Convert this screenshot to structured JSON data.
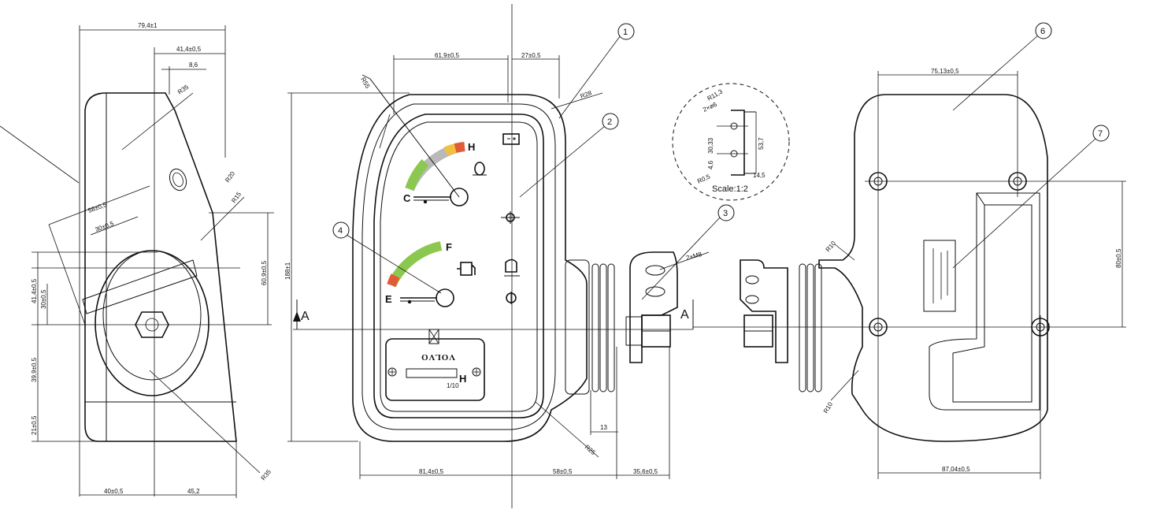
{
  "left_view": {
    "dims": {
      "width_total": "79,4±1",
      "width_right": "41,4±0,5",
      "offset": "8,6",
      "diag_58": "58±0,5",
      "diag_30": "30±0,5",
      "h_41": "41,4±0,5",
      "h_30": "30±0,5",
      "h_39": "39,9±0,5",
      "h_21": "21±0,5",
      "h_60": "60,9±0,5",
      "bottom_40": "40±0,5",
      "bottom_45": "45,2"
    },
    "radii": {
      "r35_top": "R35",
      "r20": "R20",
      "r15": "R15",
      "r35_bottom": "R35"
    }
  },
  "front_view": {
    "dims": {
      "top_61": "61,9±0,5",
      "top_27": "27±0,5",
      "height_188": "188±1",
      "bottom_81": "81,4±0,5",
      "bottom_58": "58±0,5",
      "bottom_35": "35,6±0,5",
      "d13": "13",
      "bolt": "2×M8"
    },
    "radii": {
      "r55": "R55",
      "r28": "R28",
      "r25": "R25"
    },
    "gauges": {
      "temp_hot": "H",
      "temp_cold": "C",
      "fuel_full": "F",
      "fuel_empty": "E",
      "hour_h": "H",
      "hour_frac": "1/10"
    },
    "brand": "VOLVO",
    "section_a": "A"
  },
  "detail": {
    "r11": "R11,3",
    "holes": "2×ø6",
    "d30": "30,33",
    "d53": "53,7",
    "d6": "4,6",
    "r0": "R0,5",
    "d14": "14,5",
    "scale": "Scale:1:2"
  },
  "right_view": {
    "dims": {
      "top_75": "75,13±0,5",
      "side_80": "80±0,5",
      "bottom_87": "87,04±0,5"
    },
    "radii": {
      "r10_top": "R10",
      "r10_bottom": "R10"
    },
    "section_a": "A"
  },
  "callouts": [
    "1",
    "2",
    "3",
    "4",
    "6",
    "7"
  ]
}
